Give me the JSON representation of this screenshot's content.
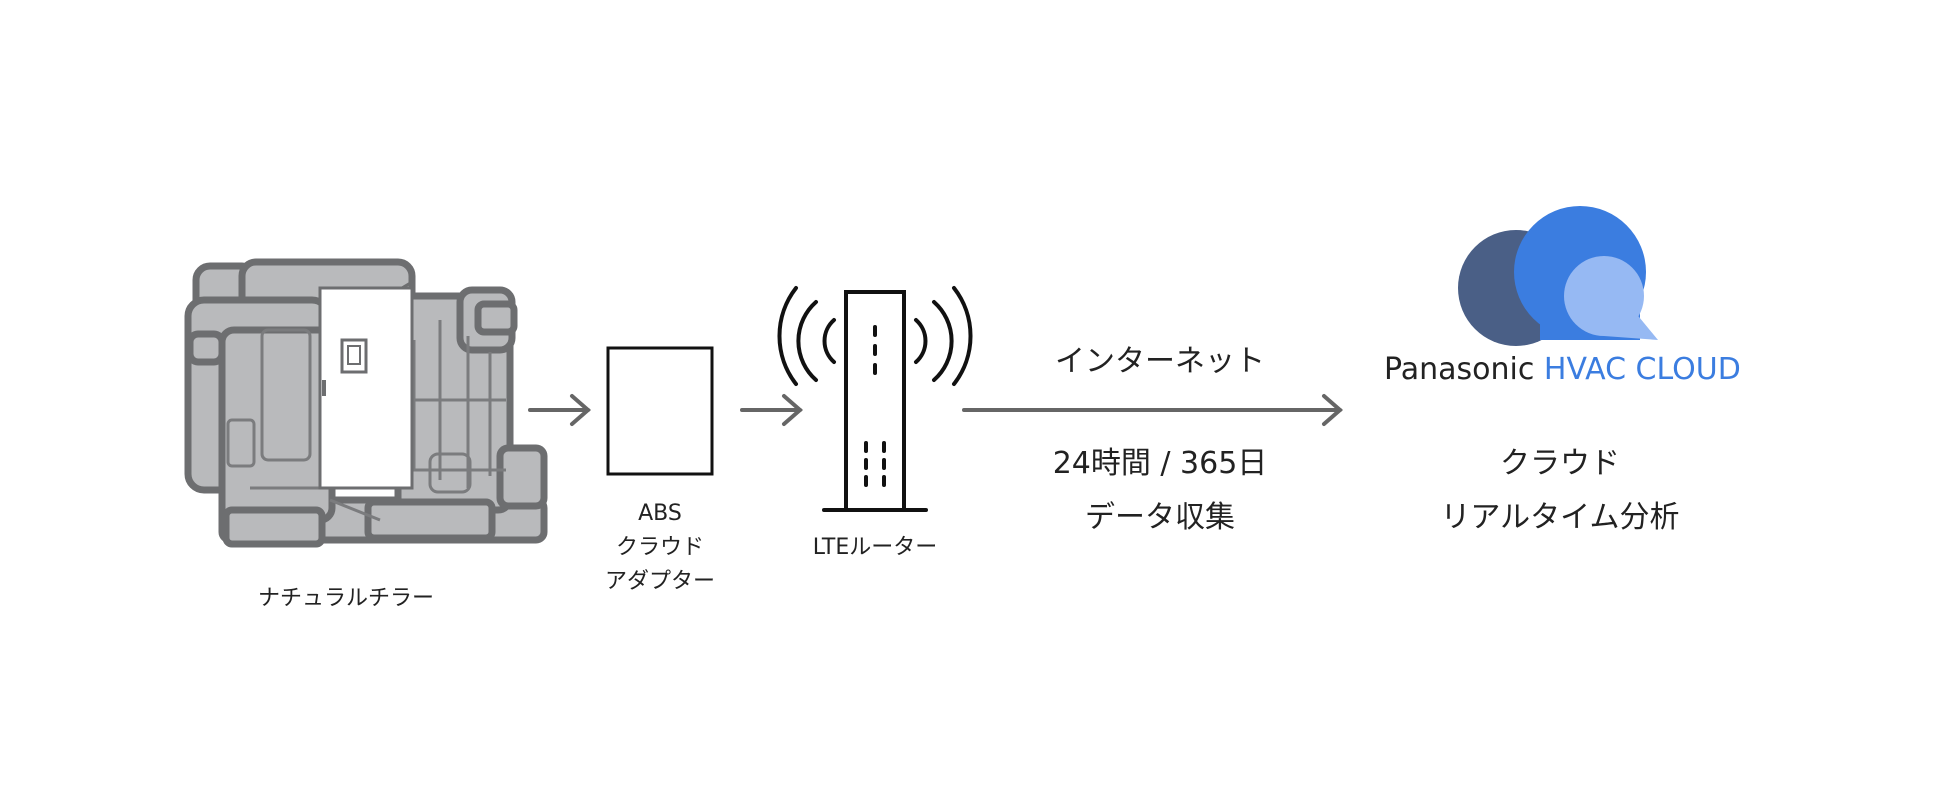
{
  "nodes": {
    "chiller": {
      "label": "ナチュラルチラー"
    },
    "adapter": {
      "lines": [
        "ABS",
        "クラウド",
        "アダプター"
      ]
    },
    "router": {
      "label": "LTEルーター"
    },
    "internet": {
      "label": "インターネット",
      "schedule": "24時間 / 365日",
      "collection": "データ収集"
    },
    "cloud": {
      "brand": "Panasonic",
      "service": "HVAC CLOUD",
      "lines": [
        "クラウド",
        "リアルタイム分析"
      ]
    }
  },
  "colors": {
    "arrow": "#666666",
    "chiller_fill": "#b9babc",
    "chiller_stroke": "#6d6e70",
    "cloud_dark": "#4a5f86",
    "cloud_main": "#3b7de0",
    "cloud_light": "#96b9f3",
    "accent_text": "#3b7de0"
  },
  "icons": [
    "chiller-image",
    "adapter-box-icon",
    "lte-router-icon",
    "cloud-icon"
  ]
}
